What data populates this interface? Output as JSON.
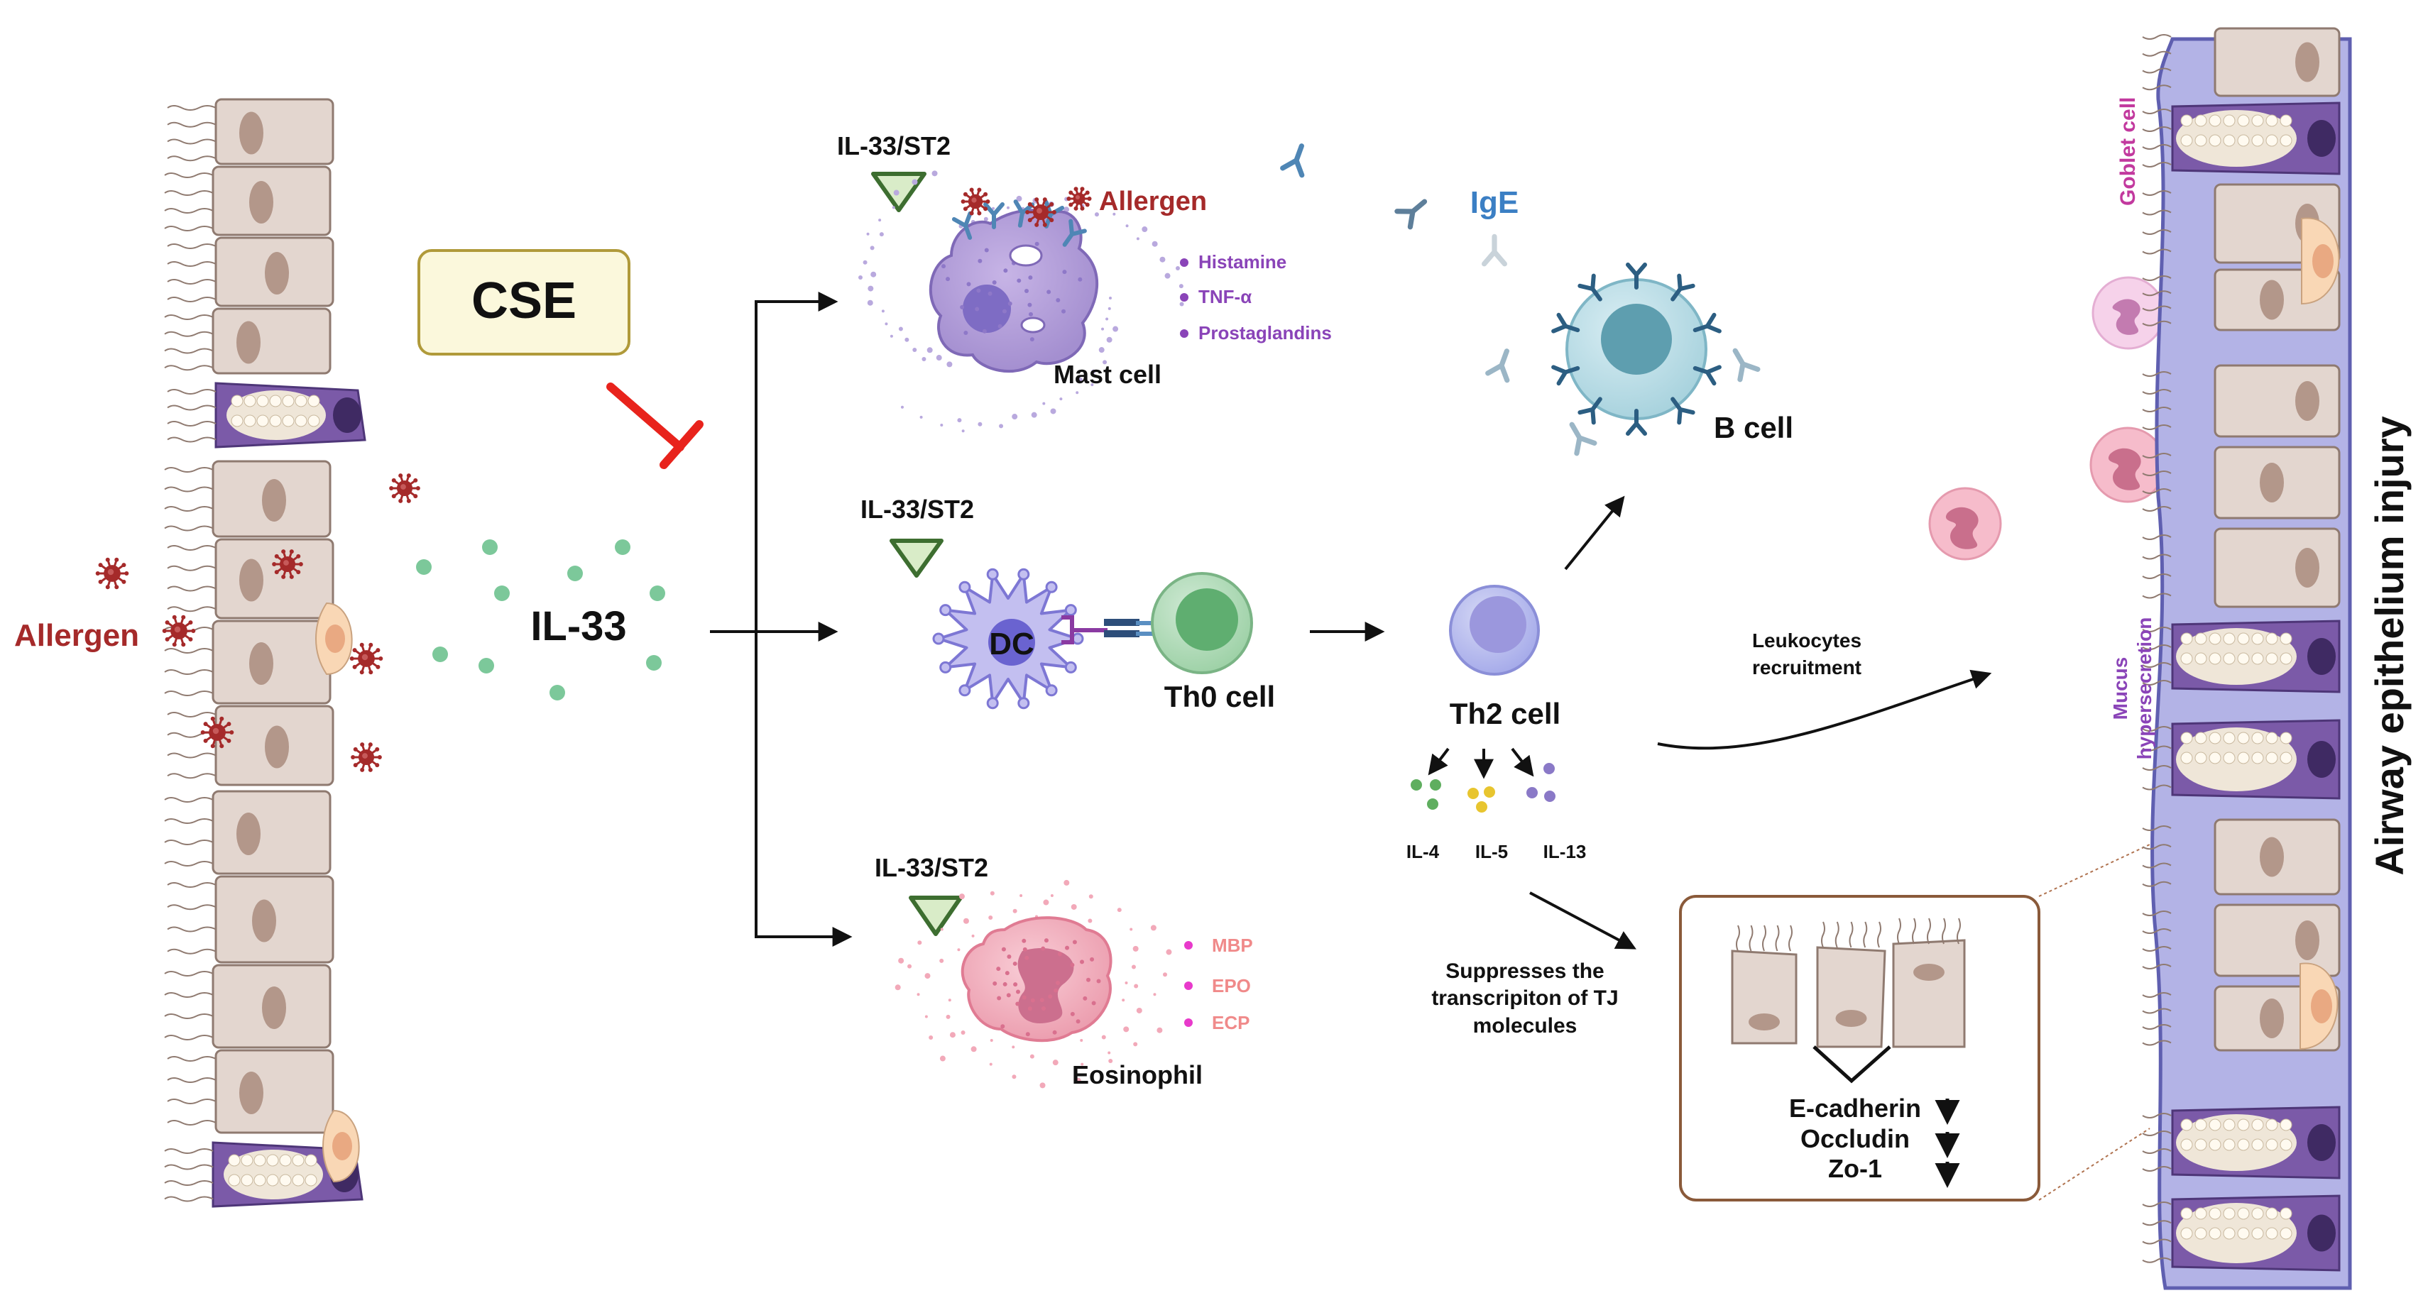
{
  "labels": {
    "allergen_left": "Allergen",
    "cse": "CSE",
    "il33": "IL-33",
    "il33st2_top": "IL-33/ST2",
    "il33st2_mid": "IL-33/ST2",
    "il33st2_bot": "IL-33/ST2",
    "allergen_mast": "Allergen",
    "mast_cell": "Mast cell",
    "dc": "DC",
    "th0": "Th0 cell",
    "th2": "Th2 cell",
    "eosinophil": "Eosinophil",
    "ige": "IgE",
    "b_cell": "B cell",
    "leukocytes": "Leukocytes",
    "recruitment": "recruitment",
    "goblet": "Goblet cell",
    "mucus": "Mucus",
    "hypersecretion": "hypersecretion",
    "airway": "Airway epithelium injury",
    "il4": "IL-4",
    "il5": "IL-5",
    "il13": "IL-13",
    "suppress1": "Suppresses the",
    "suppress2": "transcripiton of TJ",
    "suppress3": "molecules",
    "ecadherin": "E-cadherin",
    "occludin": "Occludin",
    "zo1": "Zo-1"
  },
  "mast_mediators": [
    "Histamine",
    "TNF-α",
    "Prostaglandins"
  ],
  "eos_mediators": [
    "MBP",
    "EPO",
    "ECP"
  ],
  "colors": {
    "allergen": "#a52a2a",
    "ige": "#3b7fc4",
    "mast_text": "#8a44b8",
    "eos_text": "#f08a8a",
    "goblet_text": "#c2399e",
    "mucus_text": "#8a44b8",
    "inhibit": "#e8231c",
    "cse_fill": "#fbf8dc",
    "cse_border": "#b09a3a",
    "il33_dot": "#7cc89a",
    "epi_band": "#b3b3e6"
  }
}
